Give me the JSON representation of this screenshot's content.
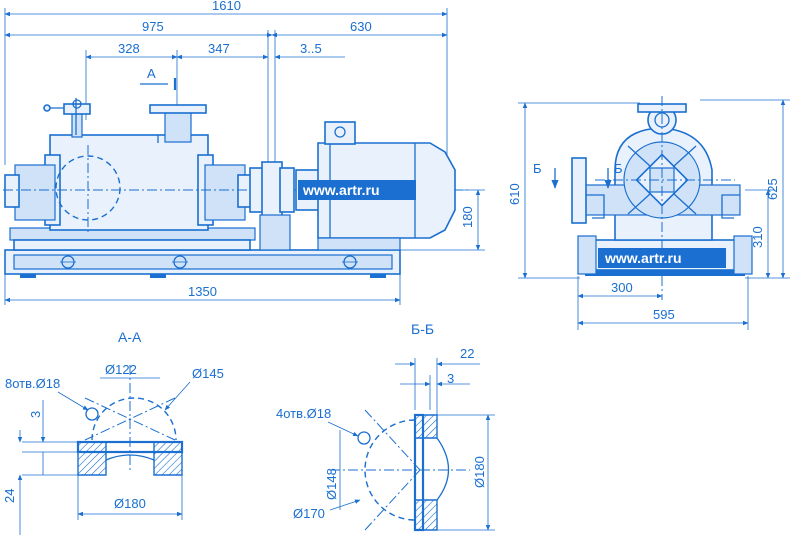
{
  "drawing": {
    "watermark": "www.artr.ru",
    "front_view": {
      "overall_length": "1610",
      "left_part": "975",
      "right_part": "630",
      "dim_328": "328",
      "dim_347": "347",
      "gap": "3..5",
      "base_length": "1350",
      "shaft_height": "180",
      "section_a_marker": "A"
    },
    "side_view": {
      "overall_height": "625",
      "height_610": "610",
      "height_310": "310",
      "width_300": "300",
      "width_595": "595",
      "section_b_marker": "Б"
    },
    "section_aa": {
      "title": "А-А",
      "holes": "8отв.Ø18",
      "d122": "Ø122",
      "d145": "Ø145",
      "d180": "Ø180",
      "dim_3": "3",
      "dim_24": "24"
    },
    "section_bb": {
      "title": "Б-Б",
      "holes": "4отв.Ø18",
      "dim_22": "22",
      "dim_3": "3",
      "d148": "Ø148",
      "d170": "Ø170",
      "d180": "Ø180"
    }
  }
}
